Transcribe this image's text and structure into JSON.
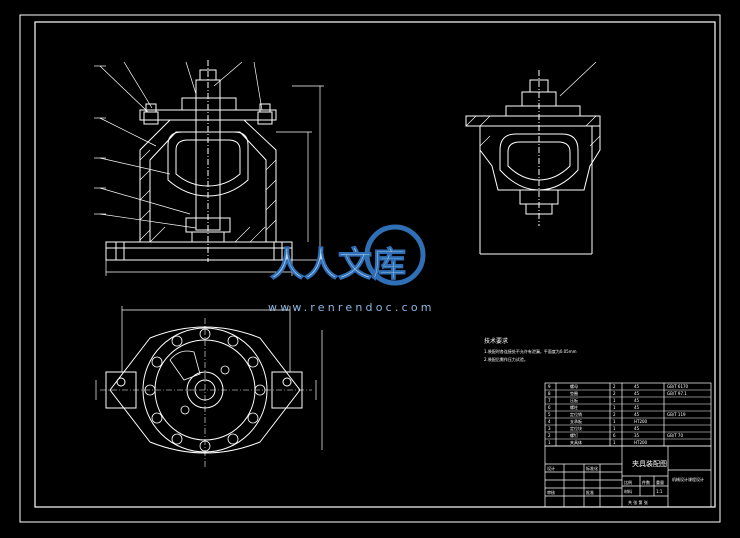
{
  "colors": {
    "background": "#000000",
    "line": "#ffffff",
    "watermark_blue": "#2f6fb6",
    "watermark_light": "#bcd6ee"
  },
  "watermark": {
    "brand": "人人文库",
    "url": "www.renrendoc.com"
  },
  "notes": {
    "heading": "技术要求",
    "items": [
      "1.装配时各连接处不允许有泄漏，平面度为0.05mm",
      "2.装配后需作压力试验。"
    ]
  },
  "title_block": {
    "part_name": "夹具装配图",
    "labels": [
      "比例",
      "件数",
      "重量",
      "材料"
    ],
    "scale": "1:1",
    "sheet": "共 张 第 张",
    "designer_row": [
      "设计",
      "",
      "标准化",
      ""
    ],
    "check_row": [
      "审核",
      "",
      "批准",
      ""
    ],
    "company": "机械设计课程设计"
  },
  "bom": [
    {
      "no": "9",
      "name": "螺母",
      "qty": "2",
      "material": "45",
      "note": "GB/T 6170"
    },
    {
      "no": "8",
      "name": "垫圈",
      "qty": "2",
      "material": "45",
      "note": "GB/T 97.1"
    },
    {
      "no": "7",
      "name": "压板",
      "qty": "1",
      "material": "45",
      "note": ""
    },
    {
      "no": "6",
      "name": "螺柱",
      "qty": "1",
      "material": "45",
      "note": ""
    },
    {
      "no": "5",
      "name": "定位销",
      "qty": "2",
      "material": "45",
      "note": "GB/T 119"
    },
    {
      "no": "4",
      "name": "支承板",
      "qty": "1",
      "material": "HT200",
      "note": ""
    },
    {
      "no": "3",
      "name": "定位块",
      "qty": "1",
      "material": "45",
      "note": ""
    },
    {
      "no": "2",
      "name": "螺钉",
      "qty": "6",
      "material": "35",
      "note": "GB/T 70"
    },
    {
      "no": "1",
      "name": "夹具体",
      "qty": "1",
      "material": "HT200",
      "note": ""
    }
  ]
}
